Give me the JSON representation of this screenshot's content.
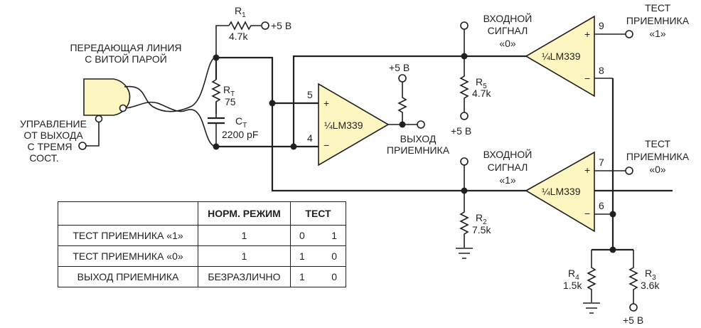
{
  "diagram": {
    "labels": {
      "twisted_pair": [
        "ПЕРЕДАЮЩАЯ ЛИНИЯ",
        "С ВИТОЙ ПАРОЙ"
      ],
      "tristate_control": [
        "УПРАВЛЕНИЕ",
        "ОТ ВЫХОДА",
        "С ТРЕМЯ",
        "СОСТ."
      ],
      "receiver_output": [
        "ВЫХОД",
        "ПРИЕМНИКА"
      ],
      "input_signal_0": [
        "ВХОДНОЙ",
        "СИГНАЛ",
        "«0»"
      ],
      "input_signal_1": [
        "ВХОДНОЙ",
        "СИГНАЛ",
        "«1»"
      ],
      "receiver_test_1": [
        "ТЕСТ",
        "ПРИЕМНИКА",
        "«1»"
      ],
      "receiver_test_0": [
        "ТЕСТ",
        "ПРИЕМНИКА",
        "«0»"
      ]
    },
    "supply": "+5 В",
    "components": {
      "R1": {
        "name": "R",
        "sub": "1",
        "value": "4.7k"
      },
      "RT": {
        "name": "R",
        "sub": "T",
        "value": "75"
      },
      "CT": {
        "name": "C",
        "sub": "T",
        "value": "2200 pF"
      },
      "R5": {
        "name": "R",
        "sub": "5",
        "value": "4.7k"
      },
      "R2": {
        "name": "R",
        "sub": "2",
        "value": "7.5k"
      },
      "R3": {
        "name": "R",
        "sub": "3",
        "value": "3.6k"
      },
      "R4": {
        "name": "R",
        "sub": "4",
        "value": "1.5k"
      }
    },
    "comparator_label": "¼LM339",
    "pins": {
      "p5": "5",
      "p4": "4",
      "p9": "9",
      "p8": "8",
      "p7": "7",
      "p6": "6"
    },
    "plus": "+",
    "minus": "−"
  },
  "table": {
    "headers": [
      "",
      "НОРМ. РЕЖИМ",
      "ТЕСТ"
    ],
    "rows": [
      {
        "label": "ТЕСТ ПРИЕМНИКА «1»",
        "normal": "1",
        "test": [
          "0",
          "1"
        ]
      },
      {
        "label": "ТЕСТ ПРИЕМНИКА «0»",
        "normal": "1",
        "test": [
          "1",
          "0"
        ]
      },
      {
        "label": "ВЫХОД ПРИЕМНИКА",
        "normal": "БЕЗРАЗЛИЧНО",
        "test": [
          "1",
          "0"
        ]
      }
    ]
  }
}
